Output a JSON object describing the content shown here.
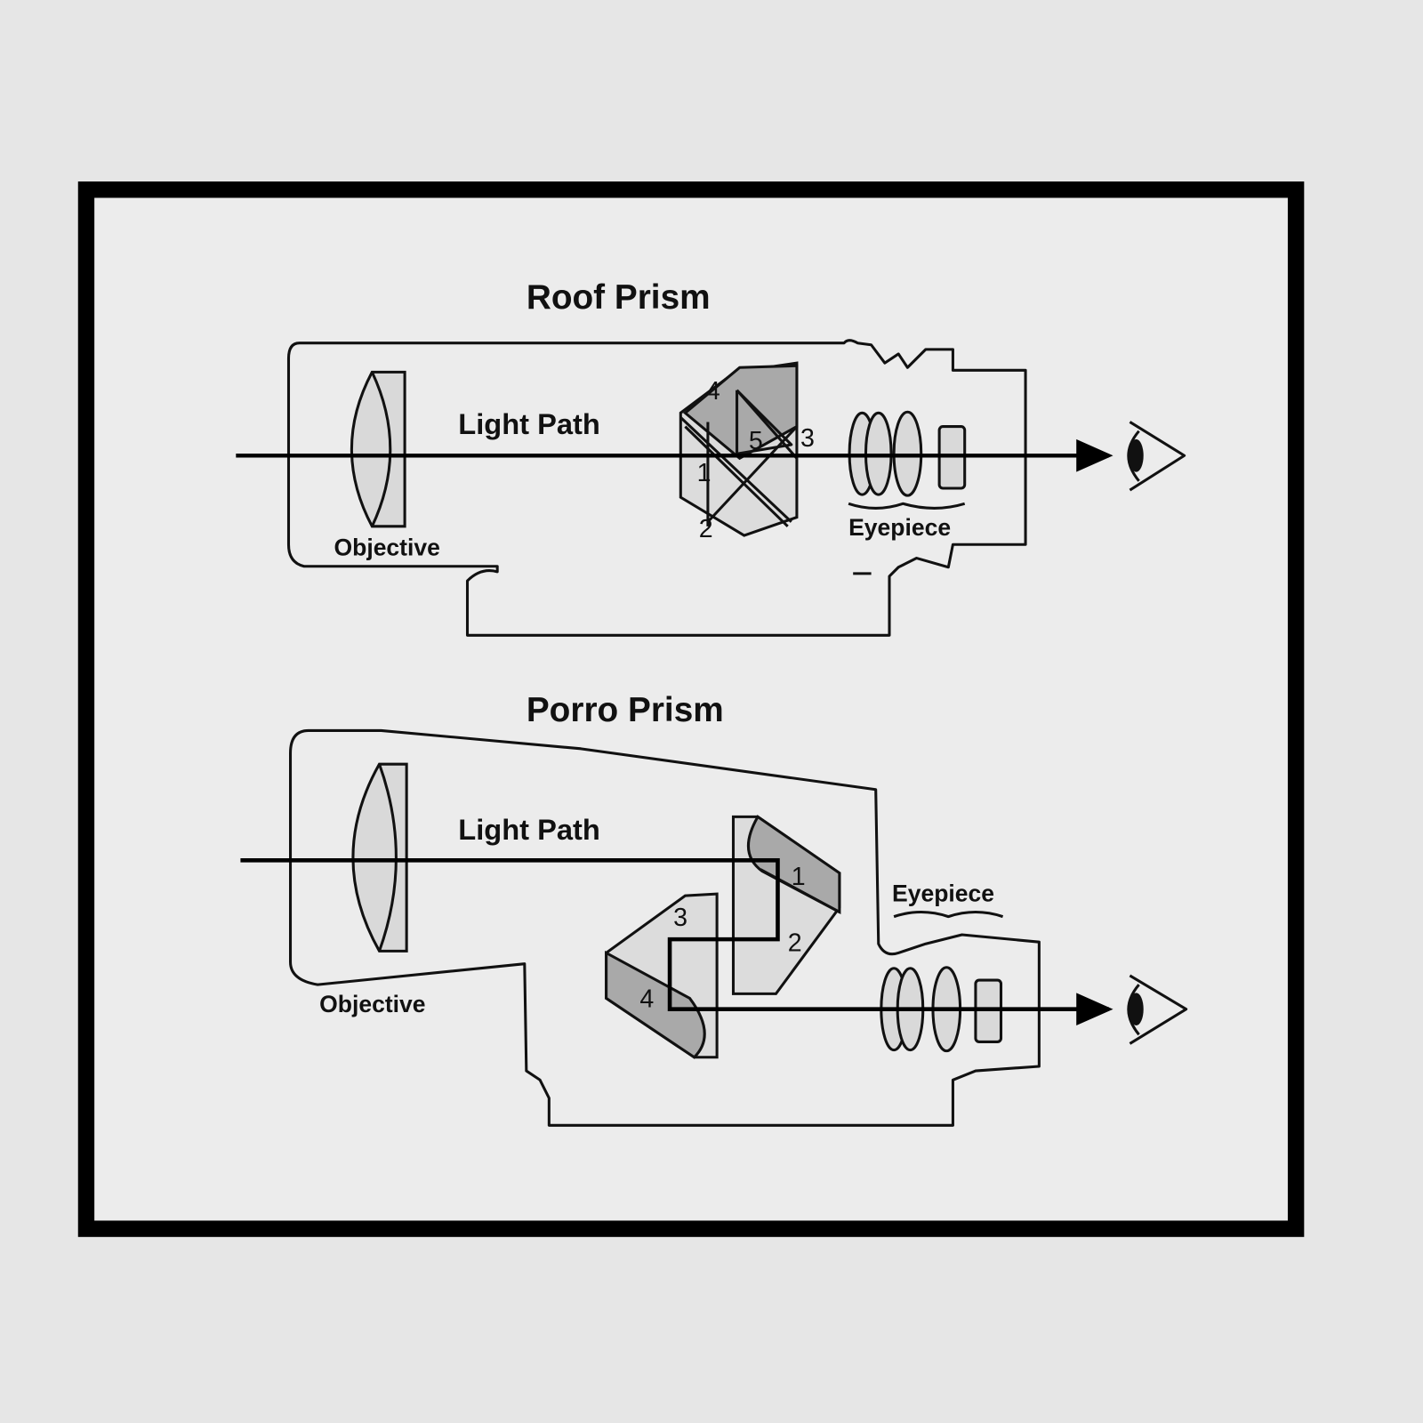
{
  "roof": {
    "title": "Roof Prism",
    "light_path": "Light Path",
    "objective": "Objective",
    "eyepiece": "Eyepiece",
    "numbers": [
      "1",
      "2",
      "3",
      "4",
      "5"
    ]
  },
  "porro": {
    "title": "Porro Prism",
    "light_path": "Light Path",
    "objective": "Objective",
    "eyepiece": "Eyepiece",
    "numbers": [
      "1",
      "2",
      "3",
      "4"
    ]
  }
}
